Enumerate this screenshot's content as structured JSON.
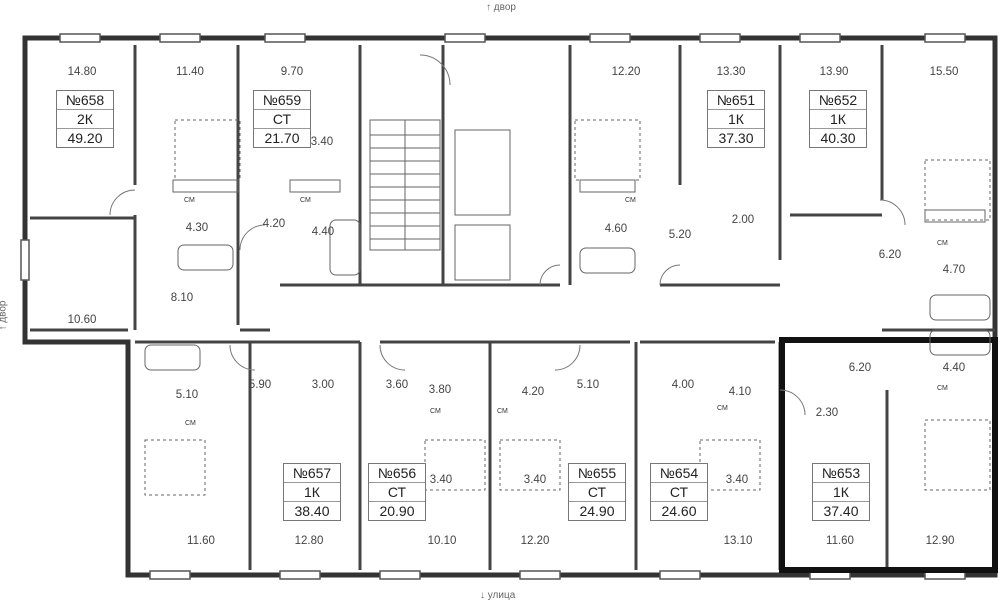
{
  "directions": {
    "top": "↑ двор",
    "bottom": "↓ улица",
    "left": "↑ двор"
  },
  "apartments": [
    {
      "number": "№658",
      "type": "2К",
      "area": "49.20"
    },
    {
      "number": "№659",
      "type": "СТ",
      "area": "21.70"
    },
    {
      "number": "№651",
      "type": "1К",
      "area": "37.30"
    },
    {
      "number": "№652",
      "type": "1К",
      "area": "40.30"
    },
    {
      "number": "№657",
      "type": "1К",
      "area": "38.40"
    },
    {
      "number": "№656",
      "type": "СТ",
      "area": "20.90"
    },
    {
      "number": "№655",
      "type": "СТ",
      "area": "24.90"
    },
    {
      "number": "№654",
      "type": "СТ",
      "area": "24.60"
    },
    {
      "number": "№653",
      "type": "1К",
      "area": "37.40"
    }
  ],
  "room_areas": [
    "14.80",
    "11.40",
    "9.70",
    "12.20",
    "13.30",
    "13.90",
    "15.50",
    "3.40",
    "4.30",
    "4.20",
    "4.40",
    "4.60",
    "5.20",
    "2.00",
    "6.20",
    "4.70",
    "8.10",
    "10.60",
    "5.10",
    "5.90",
    "3.00",
    "3.60",
    "3.80",
    "4.20",
    "5.10",
    "4.00",
    "4.10",
    "6.20",
    "4.40",
    "2.30",
    "3.40",
    "3.40",
    "3.40",
    "11.60",
    "12.80",
    "10.10",
    "12.20",
    "13.10",
    "11.60",
    "12.90"
  ],
  "washer_label": "СМ"
}
